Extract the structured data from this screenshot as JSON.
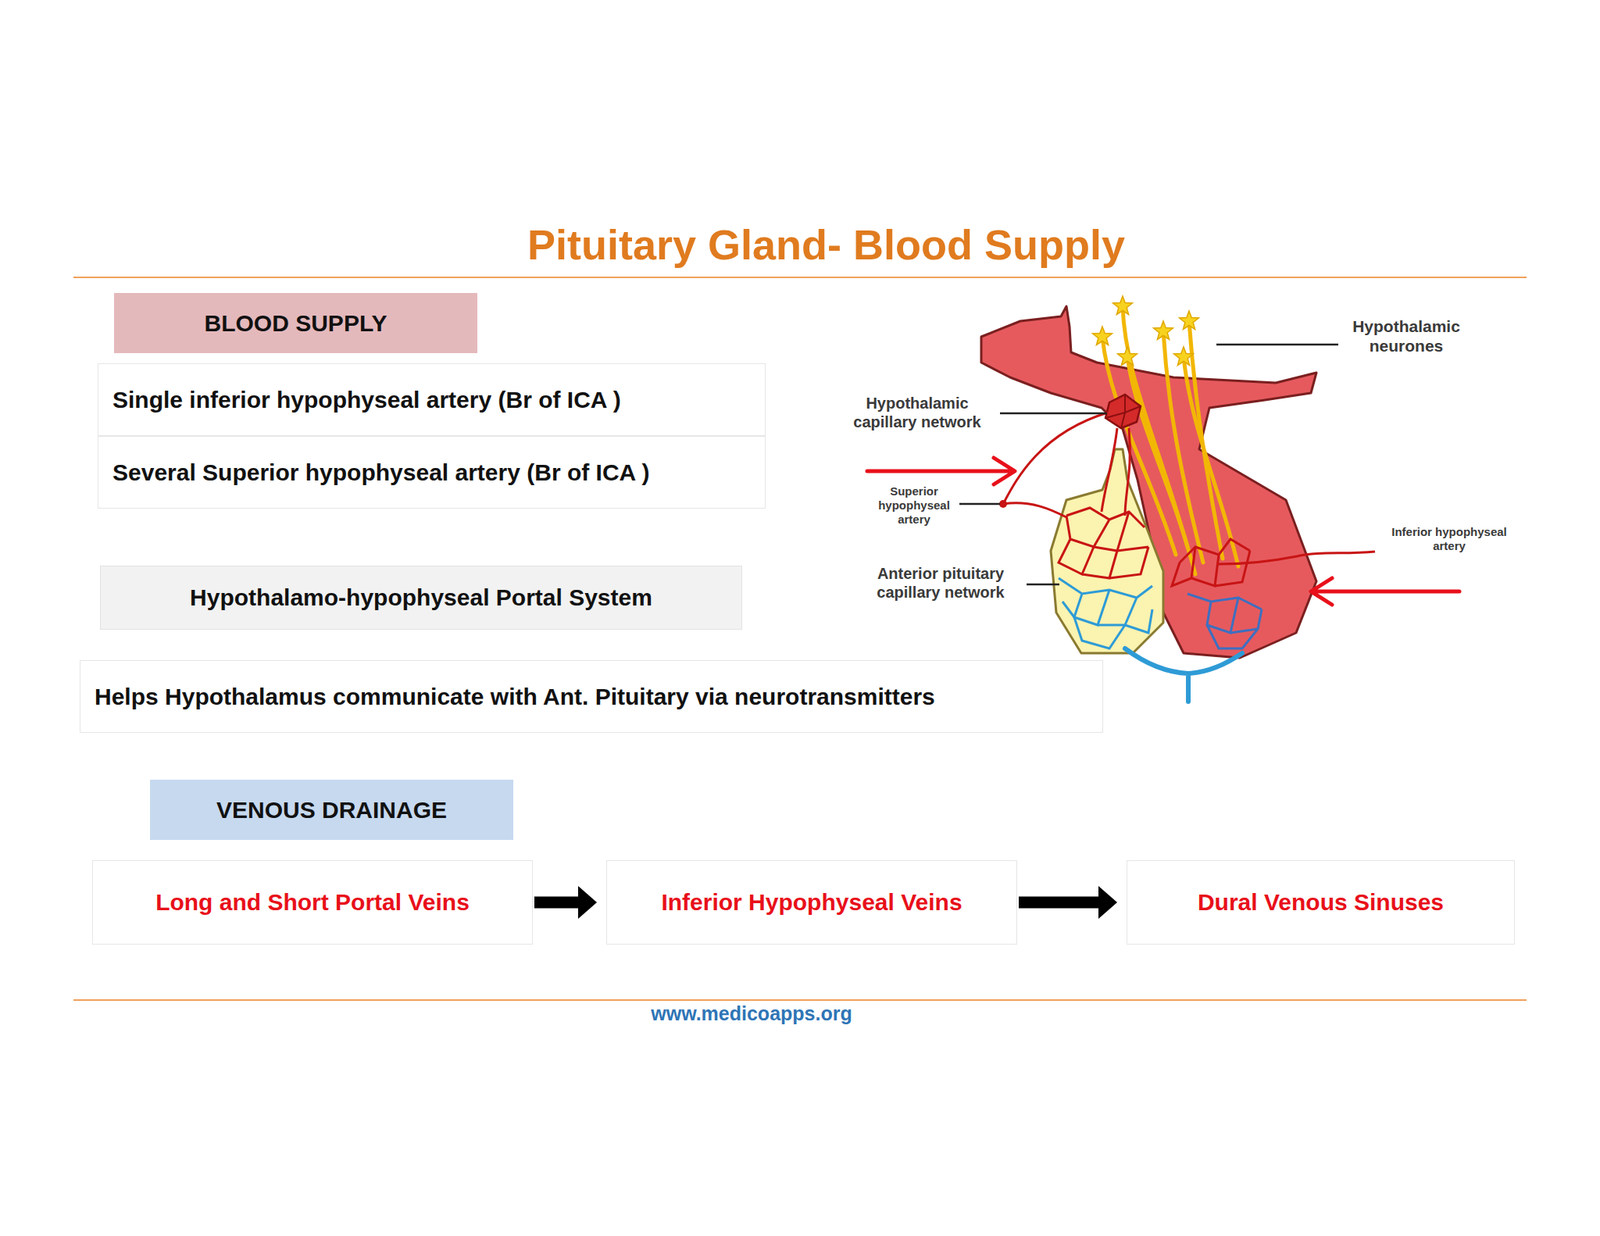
{
  "diagram": {
    "title": "Pituitary Gland- Blood Supply",
    "nodes": [
      {
        "text": [
          "BLOOD SUPPLY"
        ]
      },
      {
        "text": [
          "Single inferior hypophyseal artery (Br of ICA )"
        ]
      },
      {
        "text": [
          "Several Superior hypophyseal artery (Br of ICA )"
        ]
      },
      {
        "text": [
          "Hypothalamo-hypophyseal Portal System"
        ]
      },
      {
        "text": [
          "Helps Hypothalamus communicate with Ant. Pituitary via neurotransmitters"
        ]
      },
      {
        "text": [
          "VENOUS DRAINAGE"
        ]
      },
      {
        "text": [
          "Long and Short Portal Veins"
        ]
      },
      {
        "text": [
          "Inferior Hypophyseal Veins"
        ]
      },
      {
        "text": [
          "Dural Venous Sinuses"
        ]
      }
    ],
    "edges": [
      {
        "from": 6,
        "to": 7,
        "arrow": "to"
      },
      {
        "from": 7,
        "to": 8,
        "arrow": "to"
      }
    ],
    "labels": [
      "Hypothalamic neurones",
      "Hypothalamic capillary network",
      "Superior hypophyseal artery",
      "Anterior pituitary capillary network",
      "Inferior hypophyseal artery",
      "www.medicoapps.org"
    ]
  }
}
